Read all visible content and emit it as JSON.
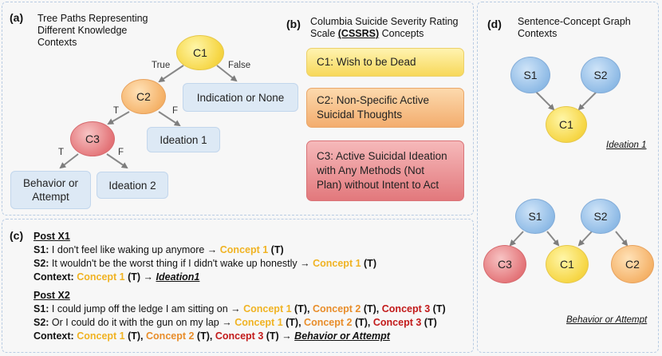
{
  "panel_a": {
    "tag": "(a)",
    "title_lines": [
      "Tree Paths Representing",
      "Different Knowledge",
      "Contexts"
    ],
    "nodes": {
      "c1": "C1",
      "c2": "C2",
      "c3": "C3"
    },
    "edges": {
      "true": "True",
      "false": "False",
      "t1": "T",
      "f1": "F",
      "t2": "T",
      "f2": "F"
    },
    "leaves": {
      "indication_none": "Indication or None",
      "ideation1": "Ideation 1",
      "behavior_attempt_l1": "Behavior or",
      "behavior_attempt_l2": "Attempt",
      "ideation2": "Ideation 2"
    }
  },
  "panel_b": {
    "tag": "(b)",
    "title_l1": "Columbia Suicide Severity Rating",
    "title_l2_pre": "Scale ",
    "title_l2_bold": "(CSSRS)",
    "title_l2_post": " Concepts",
    "concepts": [
      {
        "lines": [
          "C1: Wish to be Dead"
        ]
      },
      {
        "lines": [
          "C2: Non-Specific Active",
          "Suicidal Thoughts"
        ]
      },
      {
        "lines": [
          "C3: Active Suicidal Ideation",
          "with Any Methods (Not",
          "Plan) without Intent to Act"
        ]
      }
    ]
  },
  "panel_d": {
    "tag": "(d)",
    "title_lines": [
      "Sentence-Concept Graph",
      "Contexts"
    ],
    "graph1": {
      "s1": "S1",
      "s2": "S2",
      "c1": "C1",
      "caption": "Ideation 1"
    },
    "graph2": {
      "s1": "S1",
      "s2": "S2",
      "c1": "C1",
      "c2": "C2",
      "c3": "C3",
      "caption": "Behavior or Attempt"
    }
  },
  "panel_c": {
    "tag": "(c)",
    "post1": {
      "header": "Post X1",
      "s1_label": "S1:",
      "s1_text": " I don't feel like waking up anymore → ",
      "s1_concept": "Concept 1",
      "s1_tag": " (T)",
      "s2_label": "S2:",
      "s2_text": " It wouldn't be the worst thing if I didn't wake up honestly → ",
      "s2_concept": "Concept 1",
      "s2_tag": " (T)",
      "ctx_label": "Context:",
      "ctx_concept": "Concept 1",
      "ctx_tag": " (T) → ",
      "ctx_result": "Ideation1"
    },
    "post2": {
      "header": "Post X2",
      "s1_label": "S1:",
      "s1_text": " I could jump off the ledge I am sitting on → ",
      "s2_label": "S2:",
      "s2_text": " Or I could do it with the gun on my lap → ",
      "ctx_label": "Context:",
      "concept1": "Concept 1",
      "concept2": "Concept 2",
      "concept3": "Concept 3",
      "t_comma": " (T), ",
      "t_end": " (T)",
      "ctx_arrow": " (T) → ",
      "ctx_result": "Behavior or Attempt"
    }
  },
  "colors": {
    "concept1": "#f0b323",
    "concept2": "#e88d2a",
    "concept3": "#c21a1a",
    "panel_border": "#b9cce3"
  }
}
